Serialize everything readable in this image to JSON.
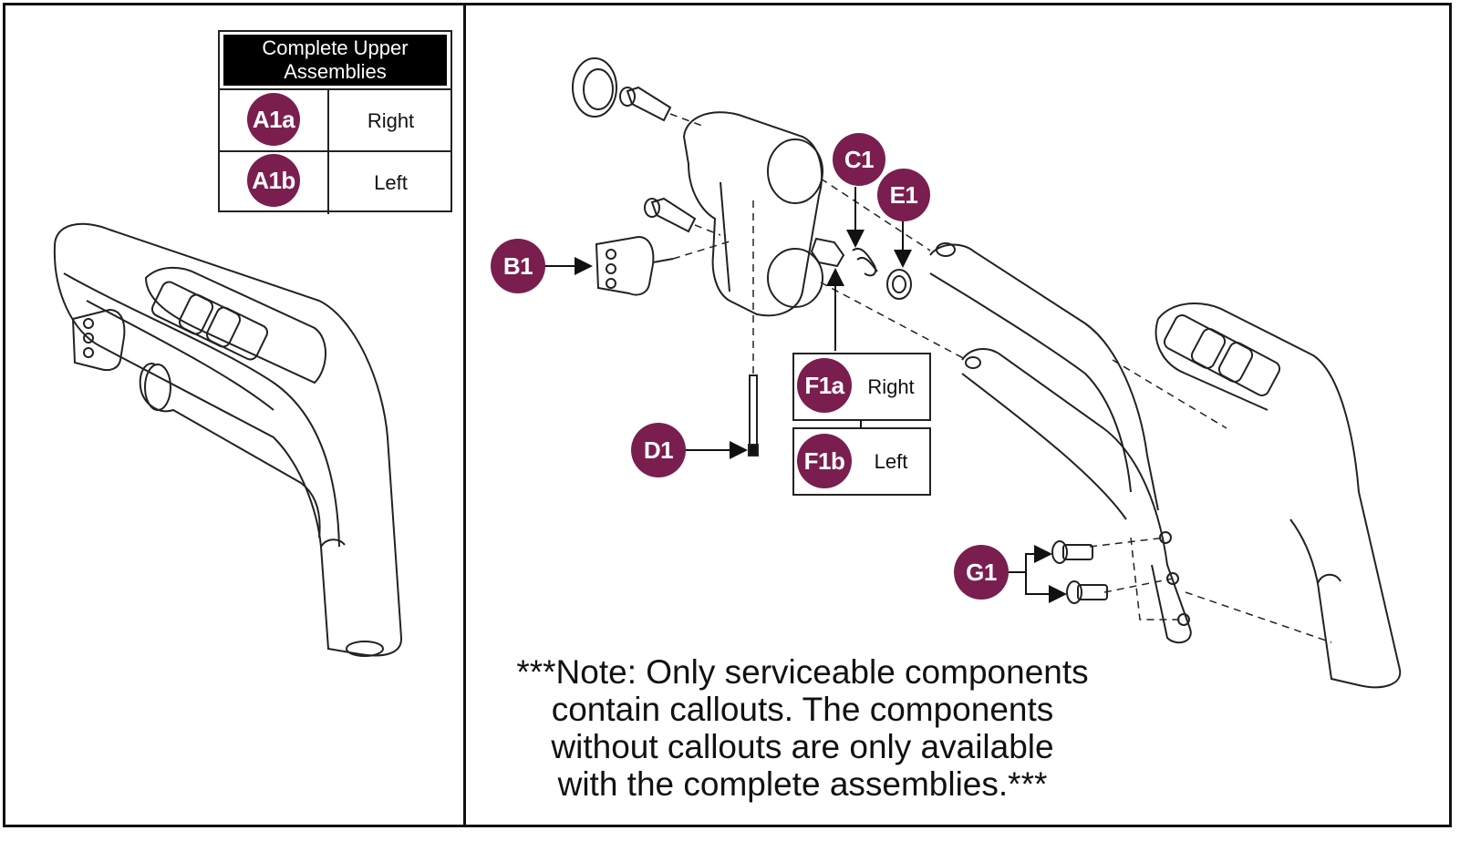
{
  "colors": {
    "callout": "#7a1e4f",
    "line": "#222222"
  },
  "legend": {
    "title": "Complete Upper Assemblies",
    "rows": [
      {
        "code": "A1a",
        "label": "Right"
      },
      {
        "code": "A1b",
        "label": "Left"
      }
    ]
  },
  "callouts": {
    "b1": "B1",
    "c1": "C1",
    "d1": "D1",
    "e1": "E1",
    "g1": "G1",
    "f1a": "F1a",
    "f1b": "F1b"
  },
  "f_labels": {
    "f1a": "Right",
    "f1b": "Left"
  },
  "note": [
    "***Note: Only serviceable components",
    "contain callouts. The components",
    "without callouts are only available",
    "with the complete assemblies.***"
  ]
}
